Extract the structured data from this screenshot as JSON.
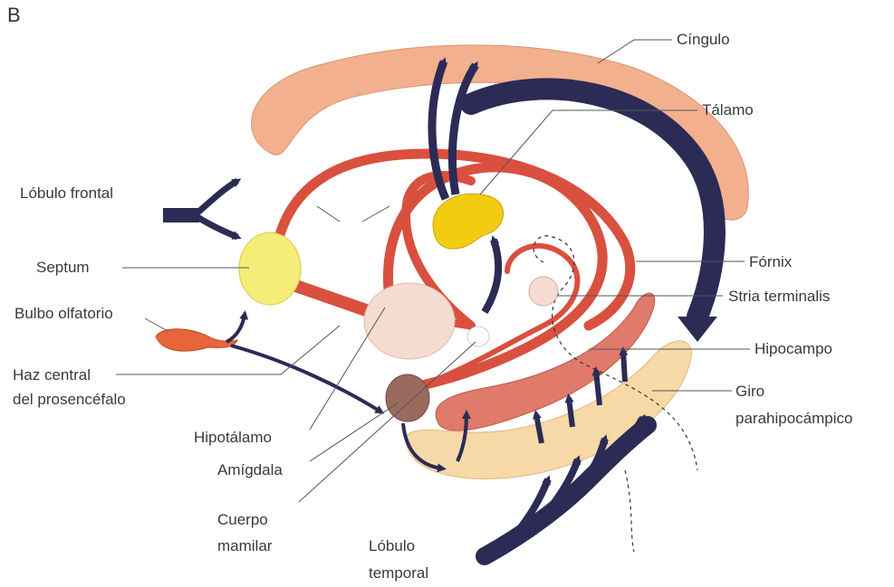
{
  "panel_letter": "B",
  "labels": {
    "cingulo": "Cíngulo",
    "talamo": "Tálamo",
    "lobulo_frontal": "Lóbulo frontal",
    "septum": "Septum",
    "fornix": "Fórnix",
    "stria_terminalis": "Stria terminalis",
    "bulbo_olfatorio": "Bulbo olfatorio",
    "hipocampo": "Hipocampo",
    "haz_central_1": "Haz central",
    "haz_central_2": "del prosencéfalo",
    "giro_1": "Giro",
    "giro_2": "parahipocámpico",
    "hipotalamo": "Hipotálamo",
    "amigdala": "Amígdala",
    "cuerpo_1": "Cuerpo",
    "cuerpo_2": "mamilar",
    "lobulo_temporal_1": "Lóbulo",
    "lobulo_temporal_2": "temporal"
  },
  "colors": {
    "cingulate": "#f2b08e",
    "thalamus": "#f2cc10",
    "septum": "#f6ec78",
    "fornix": "#d9503f",
    "hippocampus": "#e07a6a",
    "parahippocampal": "#f6d9a6",
    "hypothalamus": "#f5dcd0",
    "amygdala": "#9a6a5e",
    "olfactory": "#e8643a",
    "pathway": "#2c2b56"
  }
}
